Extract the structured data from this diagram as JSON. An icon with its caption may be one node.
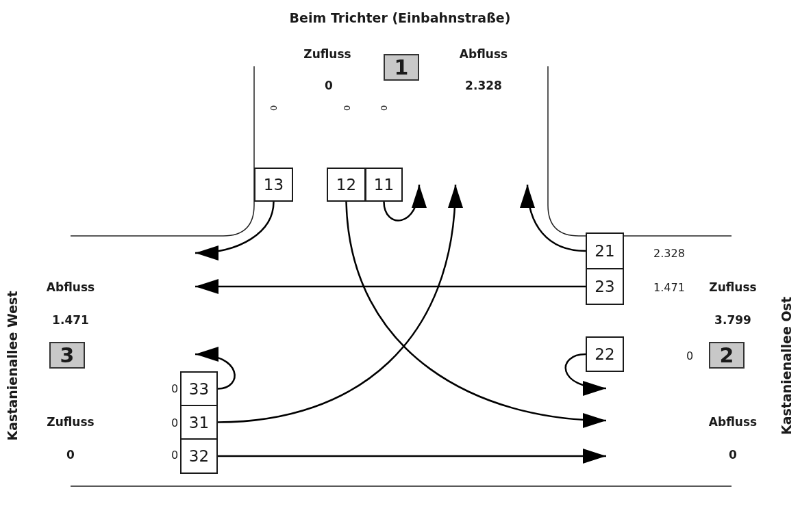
{
  "diagram": {
    "title": "Beim Trichter (Einbahnstraße)",
    "nodes": [
      {
        "text": [
          "1"
        ]
      },
      {
        "text": [
          "13"
        ]
      },
      {
        "text": [
          "12"
        ]
      },
      {
        "text": [
          "11"
        ]
      },
      {
        "text": [
          "21"
        ],
        "beside": [
          "2.328"
        ]
      },
      {
        "text": [
          "23"
        ],
        "beside": [
          "1.471"
        ]
      },
      {
        "text": [
          "22"
        ]
      },
      {
        "text": [
          "2"
        ]
      },
      {
        "text": [
          "3"
        ]
      },
      {
        "text": [
          "33"
        ],
        "beside": [
          "0"
        ]
      },
      {
        "text": [
          "31"
        ],
        "beside": [
          "0"
        ]
      },
      {
        "text": [
          "32"
        ],
        "beside": [
          "0"
        ]
      }
    ],
    "edges": [
      {
        "from": 1,
        "to": null,
        "arrow": "to"
      },
      {
        "from": 2,
        "to": null,
        "arrow": "to"
      },
      {
        "from": 3,
        "to": null,
        "arrow": "to"
      },
      {
        "from": 4,
        "to": null,
        "arrow": "to"
      },
      {
        "from": 5,
        "to": null,
        "arrow": "to"
      },
      {
        "from": 6,
        "to": null,
        "arrow": "to"
      },
      {
        "from": 9,
        "to": null,
        "arrow": "to"
      },
      {
        "from": 10,
        "to": null,
        "arrow": "to"
      },
      {
        "from": 11,
        "to": null,
        "arrow": "to"
      }
    ],
    "labels": [
      "Zufluss",
      "Abfluss",
      "0",
      "2.328",
      "0",
      "0",
      "0",
      "Kastanienallee West",
      "Abfluss",
      "1.471",
      "Zufluss",
      "0",
      "Zufluss",
      "3.799",
      "0",
      "Abfluss",
      "0",
      "Kastanienallee Ost"
    ]
  }
}
